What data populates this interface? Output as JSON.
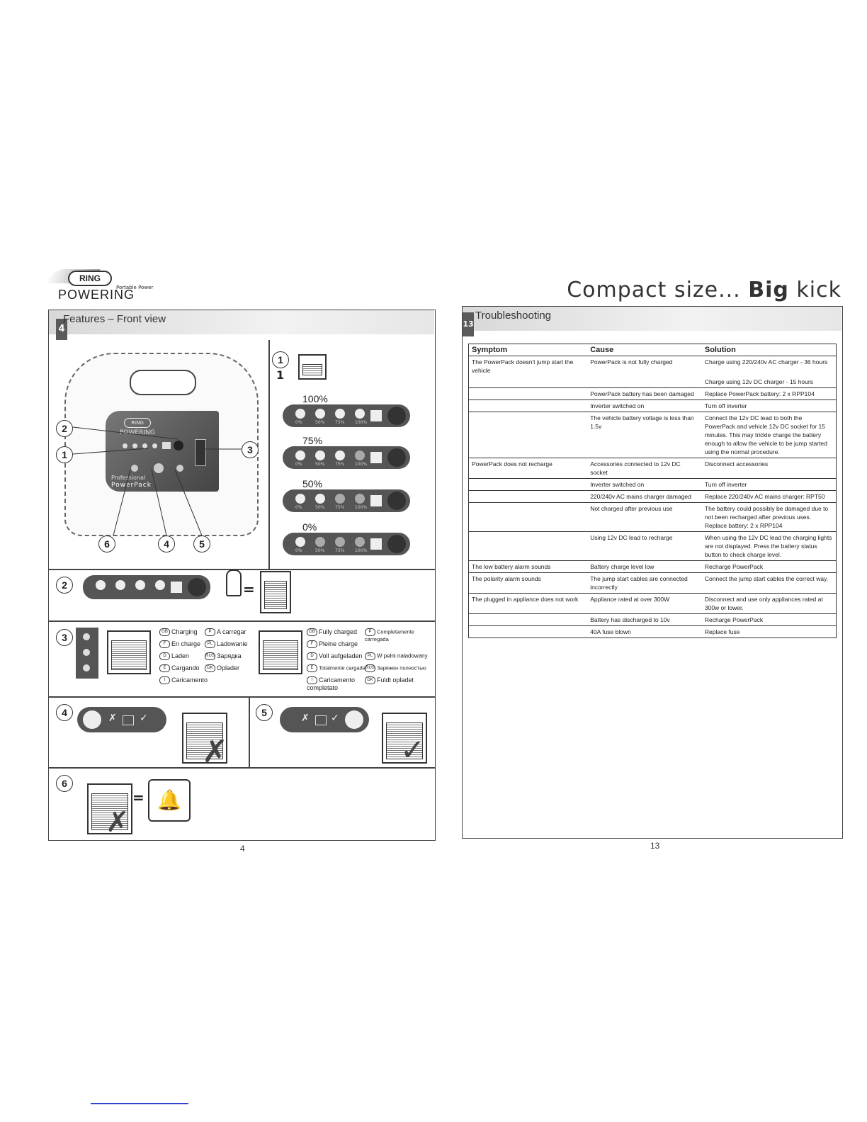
{
  "header": {
    "logo_ring": "RING",
    "logo_sub": "Portable Power",
    "logo_brand": "POWERING",
    "tagline_pre": "Compact size... ",
    "tagline_bold": "Big",
    "tagline_post": " kick"
  },
  "left_page": {
    "section_number": "4",
    "section_title": "Features – Front view",
    "device": {
      "brand": "POWERING",
      "label1": "Professional",
      "label2": "PowerPack",
      "ring": "RING"
    },
    "callouts": [
      "1",
      "2",
      "3",
      "4",
      "5",
      "6"
    ],
    "step1_digit": "1",
    "battery_levels": [
      "100%",
      "75%",
      "50%",
      "0%"
    ],
    "pill_labels": [
      "0%",
      "50%",
      "75%",
      "100%"
    ],
    "equals": "=",
    "charging_langs": [
      {
        "code": "GB",
        "text": "Charging"
      },
      {
        "code": "F",
        "text": "En charge"
      },
      {
        "code": "D",
        "text": "Laden"
      },
      {
        "code": "E",
        "text": "Cargando"
      },
      {
        "code": "I",
        "text": "Caricamento"
      },
      {
        "code": "P",
        "text": "A carregar"
      },
      {
        "code": "PL",
        "text": "Ladowanie"
      },
      {
        "code": "RUS",
        "text": "Зарядка"
      },
      {
        "code": "DK",
        "text": "Oplader"
      }
    ],
    "charged_langs": [
      {
        "code": "GB",
        "text": "Fully charged"
      },
      {
        "code": "F",
        "text": "Pleine charge"
      },
      {
        "code": "D",
        "text": "Voll aufgeladen"
      },
      {
        "code": "E",
        "text": "Totalmente cargada"
      },
      {
        "code": "I",
        "text": "Caricamento completato"
      },
      {
        "code": "P",
        "text": "Completamente carregada"
      },
      {
        "code": "PL",
        "text": "W pełni naładowany"
      },
      {
        "code": "RUS",
        "text": "Заряжен полностью"
      },
      {
        "code": "DK",
        "text": "Fuldt opladet"
      }
    ],
    "page_number": "4"
  },
  "right_page": {
    "section_number": "13",
    "section_title": "Troubleshooting",
    "headers": [
      "Symptom",
      "Cause",
      "Solution"
    ],
    "rows": [
      {
        "g": true,
        "symptom": "The PowerPack doesn't jump start the vehicle",
        "cause": "PowerPack is not fully charged",
        "solution": "Charge using 220/240v AC charger - 36 hours"
      },
      {
        "g": false,
        "symptom": "",
        "cause": "",
        "solution": "Charge using 12v DC charger - 15 hours"
      },
      {
        "g": true,
        "symptom": "",
        "cause": "PowerPack battery has been damaged",
        "solution": "Replace PowerPack battery: 2 x RPP104"
      },
      {
        "g": true,
        "symptom": "",
        "cause": "Inverter switched on",
        "solution": "Turn off inverter"
      },
      {
        "g": true,
        "symptom": "",
        "cause": "The vehicle battery voltage is less than 1.5v",
        "solution": "Connect the 12v DC lead to both the PowerPack and vehicle 12v DC socket for 15 minutes. This may trickle charge the battery enough to allow the vehicle to be jump started using the normal procedure."
      },
      {
        "g": true,
        "symptom": "PowerPack does not recharge",
        "cause": "Accessories connected to 12v DC socket",
        "solution": "Disconnect accessories"
      },
      {
        "g": true,
        "symptom": "",
        "cause": "Inverter switched on",
        "solution": "Turn off inverter"
      },
      {
        "g": true,
        "symptom": "",
        "cause": "220/240v AC mains charger damaged",
        "solution": "Replace 220/240v AC mains charger: RPT50"
      },
      {
        "g": true,
        "symptom": "",
        "cause": "Not charged after previous use",
        "solution": "The battery could possibly be damaged due to not been recharged after previous uses. Replace battery: 2 x RPP104"
      },
      {
        "g": true,
        "symptom": "",
        "cause": "Using 12v DC lead to recharge",
        "solution": "When using the 12v DC lead the charging lights are not displayed. Press the battery status button to check charge level."
      },
      {
        "g": true,
        "symptom": "The low battery alarm sounds",
        "cause": "Battery charge level low",
        "solution": "Recharge PowerPack"
      },
      {
        "g": true,
        "symptom": "The polarity alarm sounds",
        "cause": "The jump start cables are connected incorrectly",
        "solution": "Connect the jump start cables the correct way."
      },
      {
        "g": true,
        "symptom": "The plugged in appliance does not work",
        "cause": "Appliance rated at over 300W",
        "solution": "Disconnect and use only appliances rated at 300w or lower."
      },
      {
        "g": true,
        "symptom": "",
        "cause": "Battery has discharged to 10v",
        "solution": "Recharge PowerPack"
      },
      {
        "g": true,
        "symptom": "",
        "cause": "40A fuse blown",
        "solution": "Replace fuse"
      }
    ],
    "page_number": "13"
  },
  "colors": {
    "panel_dark": "#555555",
    "accent_blue": "#3344cc"
  }
}
